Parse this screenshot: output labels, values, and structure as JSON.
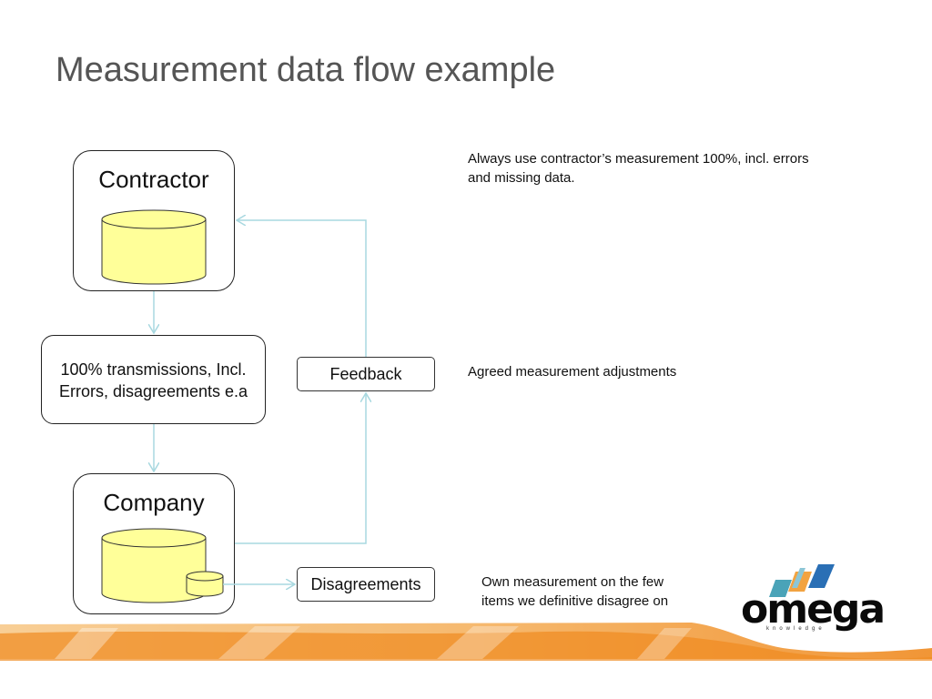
{
  "slide": {
    "title": "Measurement data flow example"
  },
  "boxes": {
    "contractor": "Contractor",
    "transmissions": [
      "100% transmissions, Incl.",
      "Errors, disagreements e.a"
    ],
    "company": "Company",
    "feedback": "Feedback",
    "disagreements": "Disagreements"
  },
  "notes": {
    "contractor_note": [
      "Always use contractor’s measurement 100%, incl. errors",
      "and missing data."
    ],
    "feedback_note": "Agreed measurement adjustments",
    "disagreements_note": [
      "Own measurement on the few",
      "items we definitive disagree on"
    ]
  },
  "logo": {
    "name": "omega",
    "tagline": "knowledge"
  },
  "colors": {
    "cylinder_fill": "#ffff99",
    "arrow": "#a8d8e0",
    "banner_orange": "#f0902a"
  }
}
